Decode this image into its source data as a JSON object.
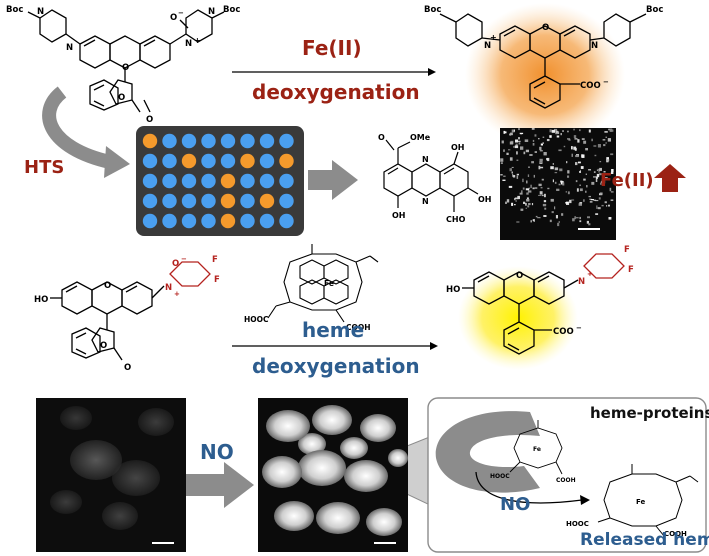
{
  "labels": {
    "fe2": "Fe(II)",
    "deoxygenation_top": "deoxygenation",
    "hts": "HTS",
    "fe2_up": "Fe(II)",
    "heme": "heme",
    "deoxygenation_mid": "deoxygenation",
    "no_arrow": "NO",
    "no_small": "NO",
    "heme_proteins": "heme-proteins",
    "released_heme": "Released heme"
  },
  "chem": {
    "boc": "Boc",
    "n": "N",
    "o": "O",
    "o_minus": "O",
    "plus": "+",
    "minus": "−",
    "coo_minus": "COO",
    "f": "F",
    "ho": "HO",
    "ome": "OMe",
    "oh": "OH",
    "cho": "CHO",
    "cooh": "COOH",
    "hooc": "HOOC",
    "fe": "Fe"
  },
  "plate": {
    "rows": 5,
    "cols": 8,
    "orange_wells": [
      0,
      10,
      13,
      15,
      20,
      28,
      30,
      36
    ],
    "colors": {
      "blue": "#4a9ff0",
      "orange": "#f59a2c",
      "plate": "#3a3a3a"
    }
  },
  "colors": {
    "red_text": "#9b2214",
    "blue_text": "#2d5d8f",
    "arrow_gray": "#8c8c8c",
    "orange_glow": "#f3a04a",
    "yellow_glow": "#ffe84a"
  }
}
